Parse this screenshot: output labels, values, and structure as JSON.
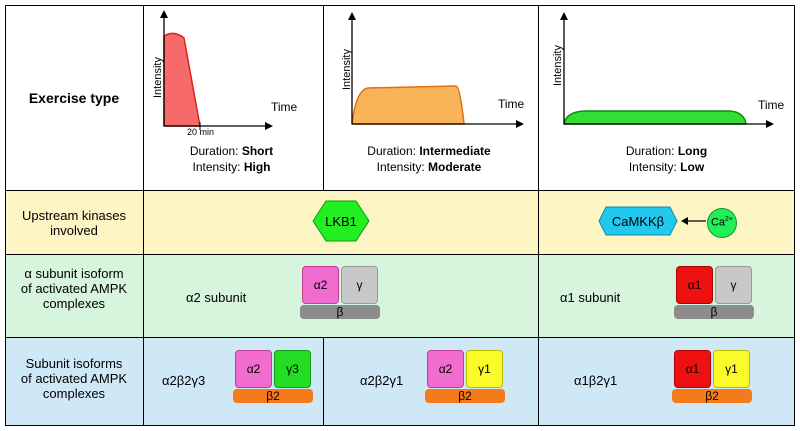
{
  "rows": {
    "exercise_type": "Exercise type",
    "upstream_kinases": "Upstream kinases involved",
    "alpha_subunit": "α subunit isoform of activated AMPK complexes",
    "subunit_isoforms": "Subunit isoforms of activated AMPK complexes"
  },
  "colors": {
    "yellow_row": "#fdf5c4",
    "green_row": "#d7f5dd",
    "blue_row": "#cfe8f6",
    "short_fill": "#f76a6a",
    "moderate_fill": "#f9b45a",
    "long_fill": "#33dd33",
    "lkb1": "#22ee22",
    "camkk": "#22c9ee",
    "ca": "#22ee55",
    "alpha2": "#f06ccf",
    "alpha1": "#ee1111",
    "gamma_gray": "#c8c8c8",
    "beta_gray": "#8c8c8c",
    "gamma3": "#22dd22",
    "gamma1": "#fbfb2a",
    "beta2": "#f57a1a"
  },
  "charts": {
    "short": {
      "ylabel": "Intensity",
      "xlabel": "Time",
      "marker": "20 min",
      "duration_label": "Duration: ",
      "duration_value": "Short",
      "intensity_label": "Intensity: ",
      "intensity_value": "High"
    },
    "intermediate": {
      "ylabel": "Intensity",
      "xlabel": "Time",
      "duration_label": "Duration: ",
      "duration_value": "Intermediate",
      "intensity_label": "Intensity: ",
      "intensity_value": "Moderate"
    },
    "long": {
      "ylabel": "Intensity",
      "xlabel": "Time",
      "duration_label": "Duration: ",
      "duration_value": "Long",
      "intensity_label": "Intensity: ",
      "intensity_value": "Low"
    }
  },
  "kinases": {
    "lkb1": "LKB1",
    "camkk": "CaMKKβ",
    "ca_base": "Ca",
    "ca_sup": "2+"
  },
  "alpha_row": {
    "left_label": "α2 subunit",
    "left": {
      "alpha": "α2",
      "gamma": "γ",
      "beta": "β"
    },
    "right_label": "α1 subunit",
    "right": {
      "alpha": "α1",
      "gamma": "γ",
      "beta": "β"
    }
  },
  "isoforms": [
    {
      "label": "α2β2γ3",
      "alpha": "α2",
      "gamma": "γ3",
      "beta": "β2"
    },
    {
      "label": "α2β2γ1",
      "alpha": "α2",
      "gamma": "γ1",
      "beta": "β2"
    },
    {
      "label": "α1β2γ1",
      "alpha": "α1",
      "gamma": "γ1",
      "beta": "β2"
    }
  ]
}
